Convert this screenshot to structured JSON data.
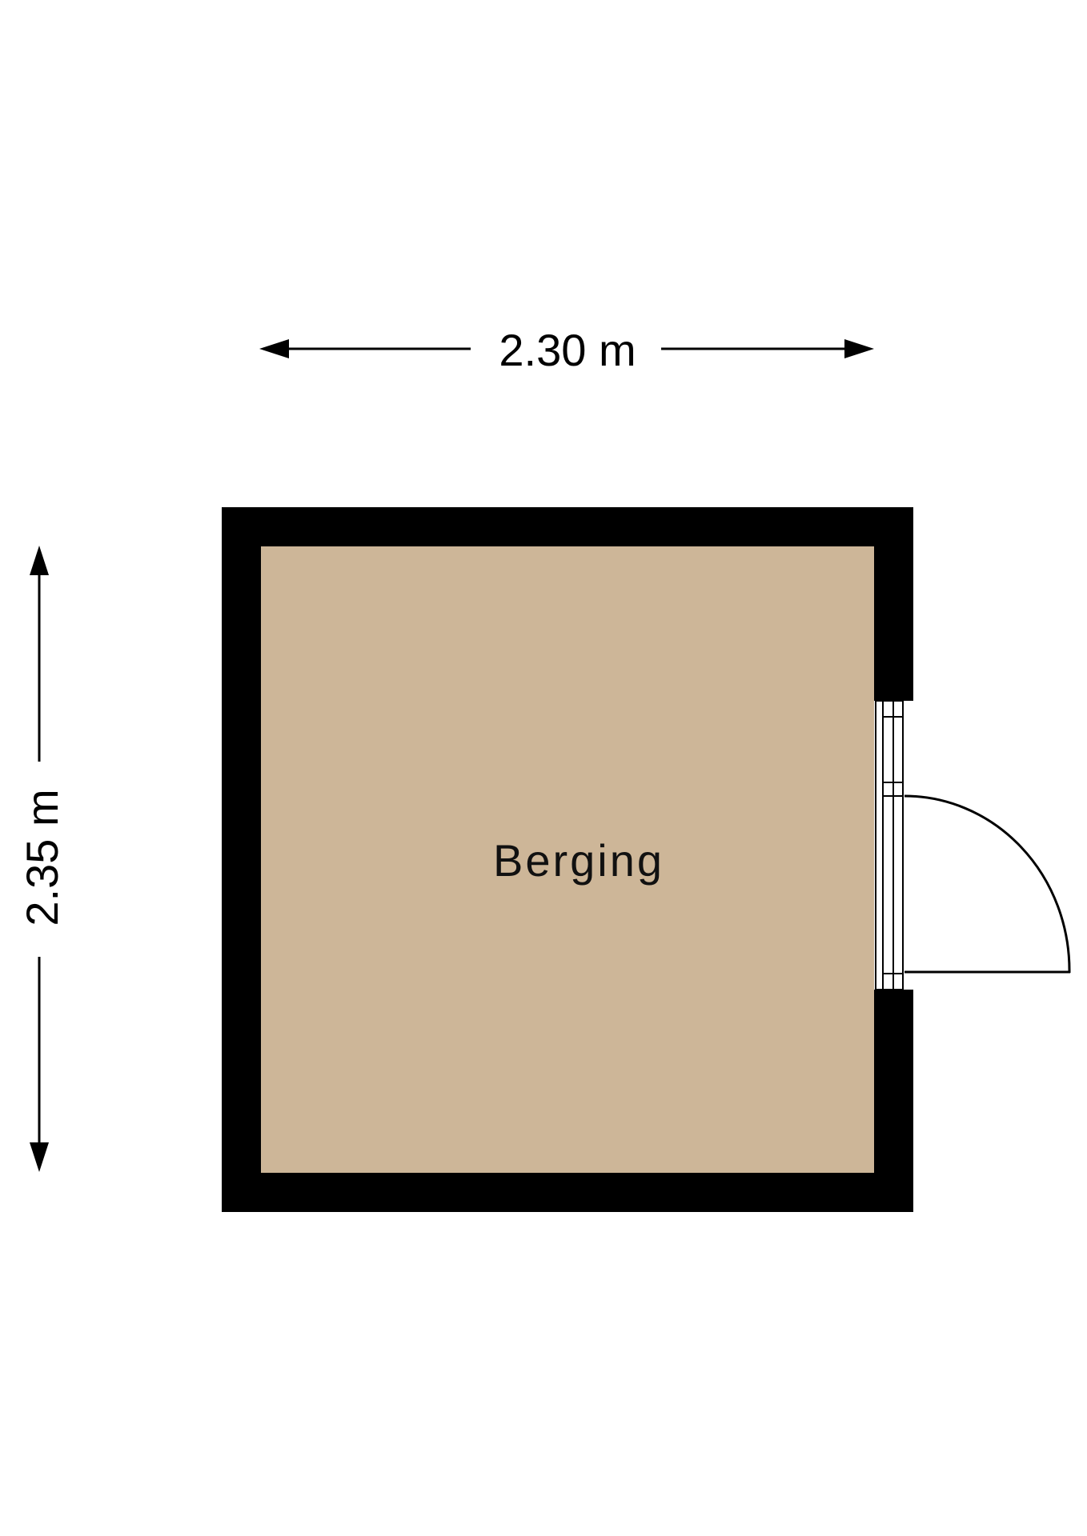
{
  "dimensions": {
    "width_label": "2.30 m",
    "height_label": "2.35 m"
  },
  "room": {
    "name": "Berging"
  },
  "colors": {
    "wall": "#000000",
    "floor": "#cdb698",
    "background": "#ffffff",
    "line": "#000000"
  }
}
